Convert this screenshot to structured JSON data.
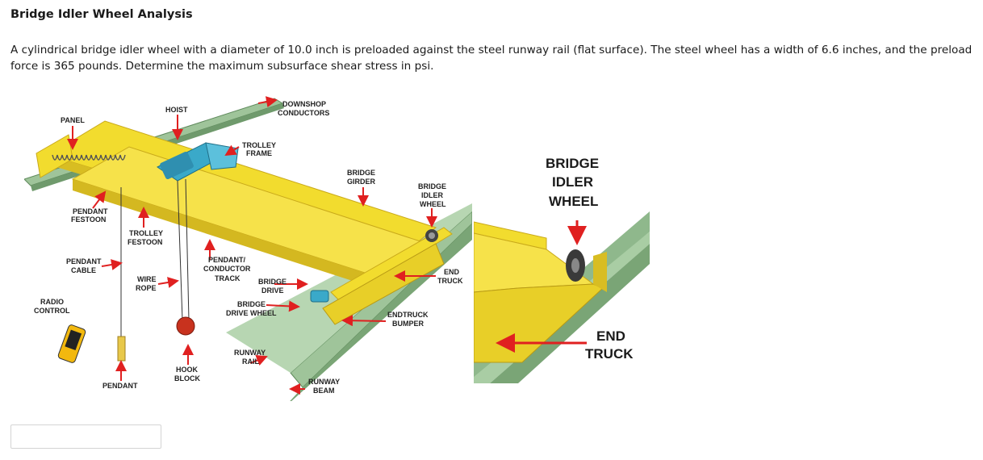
{
  "page": {
    "title": "Bridge Idler Wheel Analysis",
    "question": "A cylindrical bridge idler wheel with a diameter of 10.0 inch is preloaded against the steel runway rail (flat surface). The steel wheel has a width of 6.6 inches, and the preload force is 365 pounds. Determine the maximum subsurface shear stress in psi."
  },
  "diagram": {
    "labels": {
      "hoist": "HOIST",
      "downshop_1": "DOWNSHOP",
      "downshop_2": "CONDUCTORS",
      "panel": "PANEL",
      "trolley_frame_1": "TROLLEY",
      "trolley_frame_2": "FRAME",
      "bridge_girder_1": "BRIDGE",
      "bridge_girder_2": "GIRDER",
      "bridge_idler_1": "BRIDGE",
      "bridge_idler_2": "IDLER",
      "bridge_idler_3": "WHEEL",
      "pendant_festoon_1": "PENDANT",
      "pendant_festoon_2": "FESTOON",
      "trolley_festoon_1": "TROLLEY",
      "trolley_festoon_2": "FESTOON",
      "pendant_cable_1": "PENDANT",
      "pendant_cable_2": "CABLE",
      "pendant_conductor_1": "PENDANT/",
      "pendant_conductor_2": "CONDUCTOR",
      "pendant_conductor_3": "TRACK",
      "end_truck_1": "END",
      "end_truck_2": "TRUCK",
      "wire_rope_1": "WIRE",
      "wire_rope_2": "ROPE",
      "bridge_drive_1": "BRIDGE",
      "bridge_drive_2": "DRIVE",
      "radio_control_1": "RADIO",
      "radio_control_2": "CONTROL",
      "bridge_drive_wheel_1": "BRIDGE",
      "bridge_drive_wheel_2": "DRIVE WHEEL",
      "endtruck_bumper_1": "ENDTRUCK",
      "endtruck_bumper_2": "BUMPER",
      "runway_rail_1": "RUNWAY",
      "runway_rail_2": "RAIL",
      "hook_block_1": "HOOK",
      "hook_block_2": "BLOCK",
      "pendant": "PENDANT",
      "runway_beam_1": "RUNWAY",
      "runway_beam_2": "BEAM"
    },
    "detail_labels": {
      "idler_1": "BRIDGE",
      "idler_2": "IDLER",
      "idler_3": "WHEEL",
      "end_1": "END",
      "end_2": "TRUCK"
    },
    "colors": {
      "yellow": "#f2dc2e",
      "yellow_dark": "#c9a91a",
      "rail_green": "#8fb88c",
      "rail_dark": "#5f8a5c",
      "hoist_blue": "#3aa9c9",
      "arrow_red": "#e02020"
    }
  },
  "answer": {
    "value": ""
  }
}
